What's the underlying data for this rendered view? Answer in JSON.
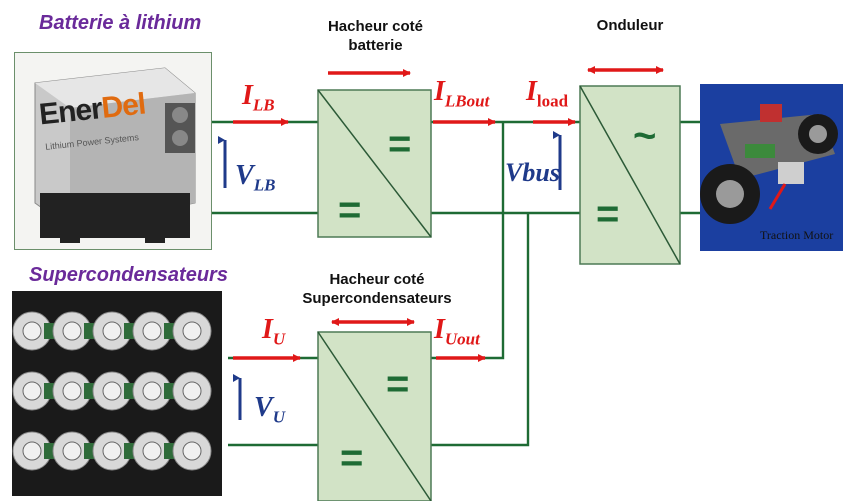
{
  "labels": {
    "battery_title": "Batterie à lithium",
    "supercap_title": "Supercondensateurs",
    "chopper_battery_title": "Hacheur coté\nbatterie",
    "chopper_supercap_title": "Hacheur coté\nSupercondensateurs",
    "inverter_title": "Onduleur",
    "bus_voltage": "Vbus"
  },
  "symbols": {
    "battery_current": {
      "base": "I",
      "sub": "LB"
    },
    "battery_voltage": {
      "base": "V",
      "sub": "LB"
    },
    "battery_out_current": {
      "base": "I",
      "sub": "LBout"
    },
    "load_current": {
      "base": "I",
      "sub": "load"
    },
    "supercap_current": {
      "base": "I",
      "sub": "U"
    },
    "supercap_voltage": {
      "base": "V",
      "sub": "U"
    },
    "supercap_out_current": {
      "base": "I",
      "sub": "Uout"
    }
  },
  "converter_marks": {
    "dc": "=",
    "ac": "~"
  },
  "battery_photo": {
    "brand_part1": "Ener",
    "brand_part2": "Del",
    "caption": "Lithium Power Systems"
  },
  "motor_photo": {
    "caption": "Traction Motor"
  },
  "colors": {
    "wire": "#1e6b34",
    "box_fill": "#d2e3c6",
    "box_border": "#4d7a55",
    "arrow_red": "#e01818",
    "arrow_blue": "#1f3a8a",
    "title_purple": "#6a2a9a",
    "motor_bg": "#1b3fa0"
  }
}
